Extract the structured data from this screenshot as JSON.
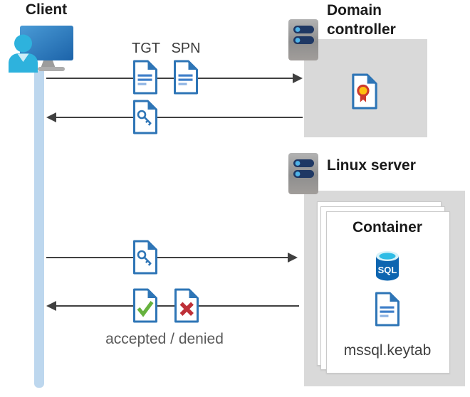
{
  "client": {
    "label": "Client"
  },
  "domain_controller": {
    "label": "Domain controller"
  },
  "linux_server": {
    "label": "Linux server"
  },
  "container": {
    "label": "Container",
    "keytab_label": "mssql.keytab",
    "sql_label": "SQL"
  },
  "flows": {
    "request": {
      "doc1_label": "TGT",
      "doc2_label": "SPN"
    },
    "result": {
      "caption": "accepted / denied"
    }
  },
  "icons": {
    "client-workstation-icon": "blue monitor with teal user silhouette",
    "server-icon": "gray rack server with two navy indicator bars",
    "document-icon": "white document with blue text lines",
    "key-document-icon": "white document with blue key",
    "certificate-icon": "white document with yellow and red ribbon seal",
    "accepted-document-icon": "white document with green check mark",
    "denied-document-icon": "white document with red X",
    "sql-database-icon": "blue SQL database cylinder"
  },
  "colors": {
    "document_blue": "#2E75B6",
    "arrow_gray": "#404040",
    "panel_gray": "#D9D9D9",
    "lifeline_blue": "#BDD7EE",
    "accepted_green": "#66B23E",
    "denied_red": "#BE3038",
    "sql_body_blue": "#0E65B0",
    "sql_top_cyan": "#2FBCE5",
    "server_bar_navy": "#1F3864",
    "server_dot_blue": "#4FB3E8",
    "seal_yellow": "#FFC010",
    "seal_red": "#CE3A2E"
  }
}
